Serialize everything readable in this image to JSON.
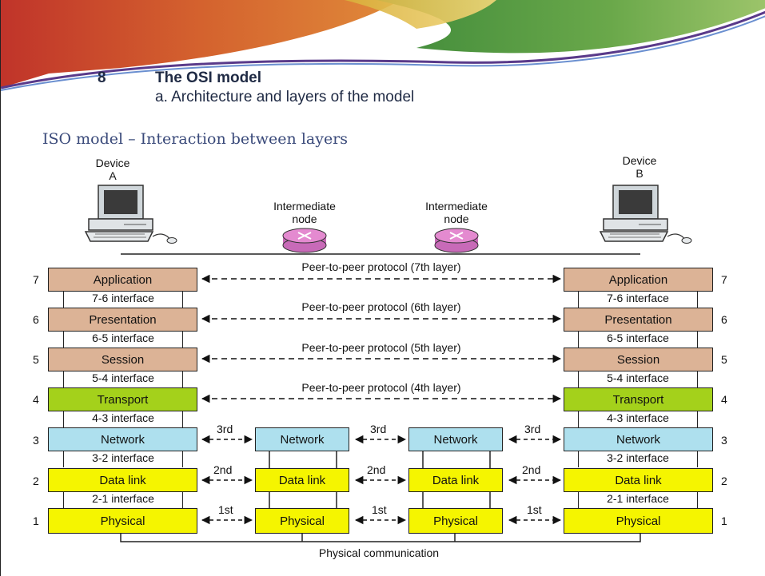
{
  "header": {
    "number": "8",
    "title": "The OSI model",
    "subtitle": "a. Architecture and layers of the model"
  },
  "section_title": "ISO model – Interaction between layers",
  "devices": {
    "a_line1": "Device",
    "a_line2": "A",
    "b_line1": "Device",
    "b_line2": "B",
    "node_line1": "Intermediate",
    "node_line2": "node"
  },
  "layers": {
    "application": "Application",
    "presentation": "Presentation",
    "session": "Session",
    "transport": "Transport",
    "network": "Network",
    "data_link": "Data link",
    "physical": "Physical"
  },
  "layer_numbers": [
    "7",
    "6",
    "5",
    "4",
    "3",
    "2",
    "1"
  ],
  "interfaces": {
    "i76": "7-6 interface",
    "i65": "6-5 interface",
    "i54": "5-4 interface",
    "i43": "4-3 interface",
    "i32": "3-2 interface",
    "i21": "2-1 interface"
  },
  "protocols": {
    "p7": "Peer-to-peer protocol (7th layer)",
    "p6": "Peer-to-peer protocol (6th layer)",
    "p5": "Peer-to-peer protocol (5th layer)",
    "p4": "Peer-to-peer protocol (4th layer)"
  },
  "hops": {
    "third": "3rd",
    "second": "2nd",
    "first": "1st"
  },
  "footer": "Physical communication",
  "colors": {
    "upper_layers": "#dcb396",
    "transport": "#a4d11b",
    "network": "#aee0ee",
    "lower_layers": "#f5f500",
    "router": "#e48ad0"
  }
}
